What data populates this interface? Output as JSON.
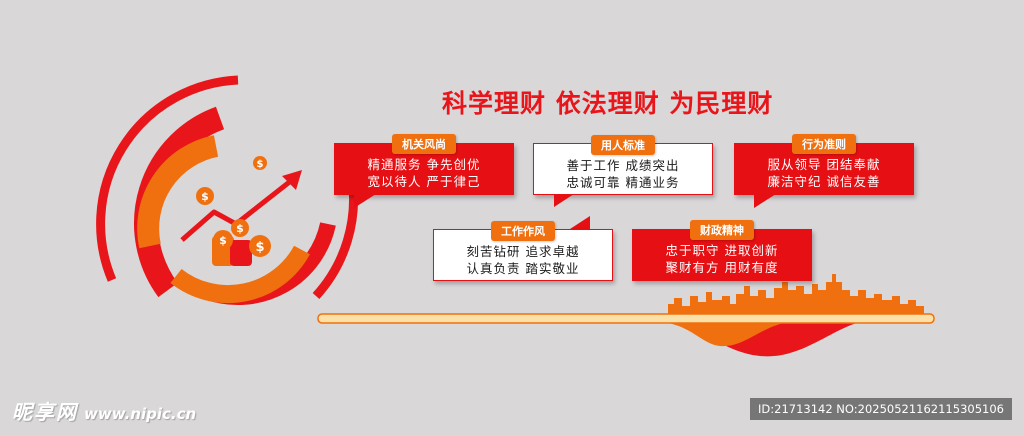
{
  "slogan": "科学理财  依法理财  为民理财",
  "cards": [
    {
      "tag": "机关风尚",
      "line1": "精通服务  争先创优",
      "line2": "宽以待人  严于律己"
    },
    {
      "tag": "用人标准",
      "line1": "善于工作  成绩突出",
      "line2": "忠诚可靠  精通业务"
    },
    {
      "tag": "行为准则",
      "line1": "服从领导  团结奉献",
      "line2": "廉洁守纪  诚信友善"
    },
    {
      "tag": "工作作风",
      "line1": "刻苦钻研  追求卓越",
      "line2": "认真负责  踏实敬业"
    },
    {
      "tag": "财政精神",
      "line1": "忠于职守  进取创新",
      "line2": "聚财有方  用财有度"
    }
  ],
  "coin_symbol": "$",
  "watermark": {
    "logo": "昵享网",
    "url": "www.nipic.cn",
    "id_text": "ID:21713142 NO:20250521162115305106"
  },
  "colors": {
    "red": "#e60f13",
    "orange": "#f0700f",
    "background": "#d9d7d8"
  },
  "icons": [
    "coin-icon",
    "growth-arrow-icon",
    "city-skyline"
  ]
}
